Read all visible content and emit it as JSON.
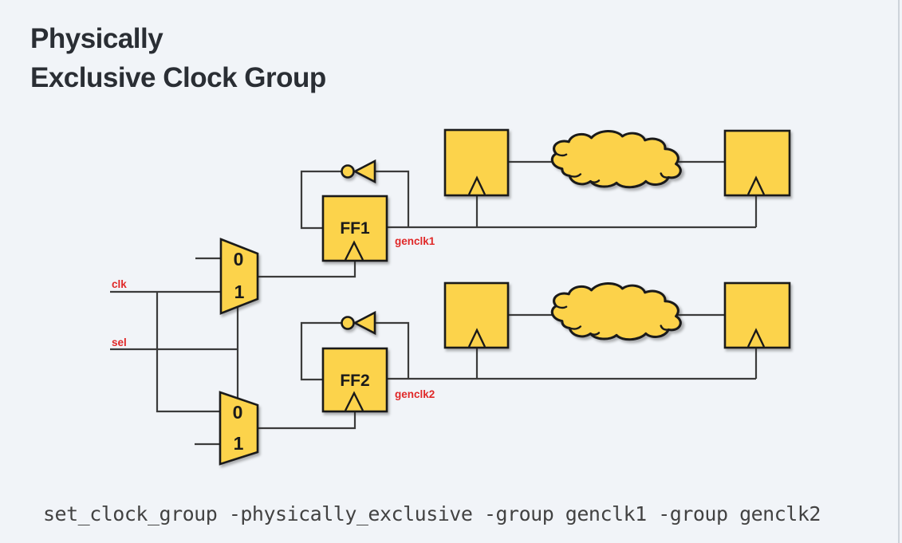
{
  "title": {
    "line1": "Physically",
    "line2": "Exclusive Clock Group"
  },
  "command": "set_clock_group -physically_exclusive -group genclk1 -group genclk2",
  "diagram": {
    "signal_labels": {
      "clk": "clk",
      "sel": "sel",
      "genclk1": "genclk1",
      "genclk2": "genclk2"
    },
    "mux1": {
      "port0": "0",
      "port1": "1"
    },
    "mux2": {
      "port0": "0",
      "port1": "1"
    },
    "ff1_label": "FF1",
    "ff2_label": "FF2",
    "colors": {
      "background": "#F1F4F8",
      "block_fill": "#FCD34B",
      "block_outline": "#1A1A1A",
      "wire": "#3B3B3B",
      "signal_label_red": "#E02828",
      "title_text": "#2A2E34",
      "command_text": "#424242"
    }
  }
}
